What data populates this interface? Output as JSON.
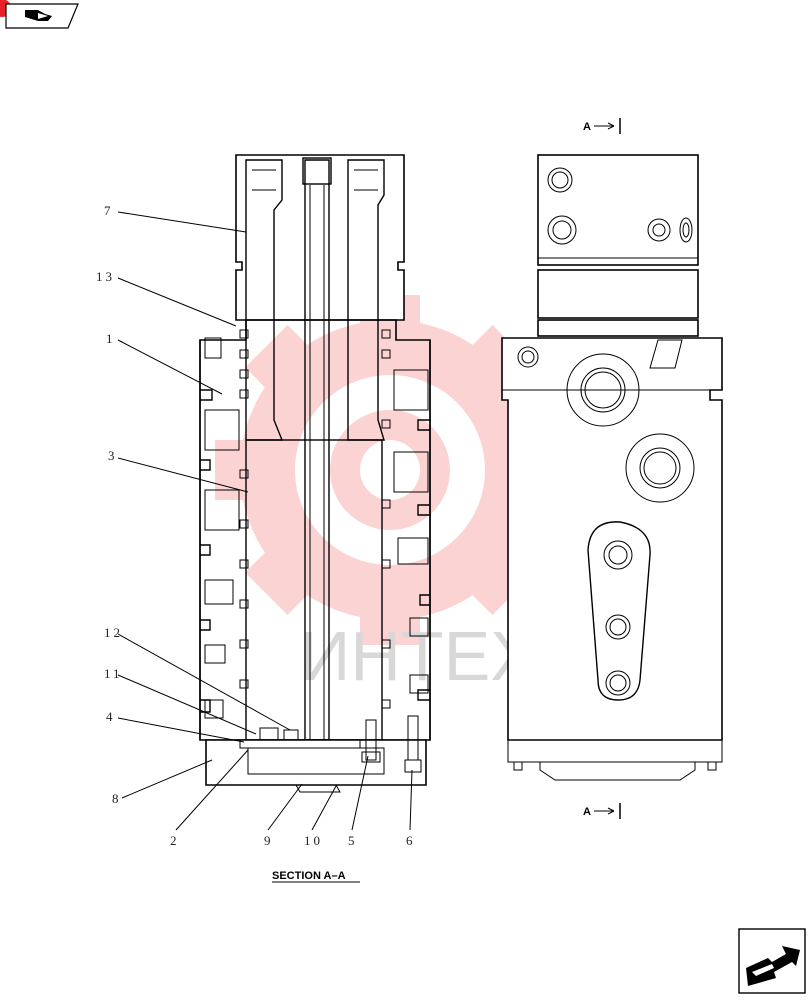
{
  "header": {
    "nav_icon": "chapter-nav-icon",
    "badge_color": "#e8202a"
  },
  "watermark": {
    "text": "ИНТЕХ",
    "color": "#ef3b3b"
  },
  "section_marks": {
    "top": "A",
    "bottom": "A"
  },
  "caption": "SECTION  A–A",
  "callouts": {
    "c7": "7",
    "c13": "13",
    "c1": "1",
    "c3": "3",
    "c12": "12",
    "c11": "11",
    "c4": "4",
    "c8": "8",
    "c2": "2",
    "c9": "9",
    "c10": "10",
    "c5": "5",
    "c6": "6"
  },
  "footer": {
    "nav_icon": "next-page-arrow-icon"
  }
}
